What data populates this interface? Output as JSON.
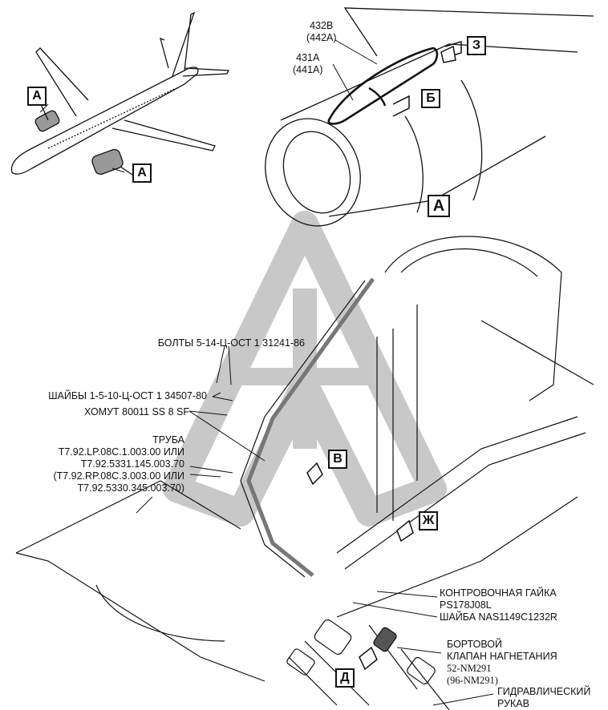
{
  "figure": {
    "callouts": {
      "view_a_small_1": "A",
      "view_a_small_2": "A",
      "view_a_main": "A",
      "view_b": "Б",
      "view_z": "З",
      "view_v": "В",
      "view_zh": "Ж",
      "view_d": "Д"
    },
    "panels": {
      "panel_432": [
        "432B",
        "(442A)"
      ],
      "panel_431": [
        "431A",
        "(441A)"
      ]
    },
    "labels": {
      "bolts": "БОЛТЫ 5-14-Ц-ОСТ 1 31241-86",
      "washers": "ШАЙБЫ 1-5-10-Ц-ОСТ 1 34507-80",
      "clamp": "ХОМУТ 80011 SS 8 SF",
      "pipe": {
        "title": "ТРУБА",
        "line1": "T7.92.LP.08C.1.003.00 ИЛИ",
        "line2": "T7.92.5331.145.003.70",
        "line3": "(T7.92.RP.08C.3.003.00 ИЛИ",
        "line4": "T7.92.5330.345.003.70)"
      },
      "lock_nut": {
        "title": "КОНТРОВОЧНАЯ ГАЙКА",
        "part": "PS178J08L"
      },
      "washer_nas": "ШАЙБА NAS1149C1232R",
      "valve": {
        "line1": "БОРТОВОЙ",
        "line2": "КЛАПАН НАГНЕТАНИЯ",
        "part1": "52-NM291",
        "part2": "(96-NM291)"
      },
      "hose": {
        "line1": "ГИДРАВЛИЧЕСКИЙ",
        "line2": "РУКАВ"
      }
    },
    "watermark_icon": "airplane-triangle-watermark"
  }
}
